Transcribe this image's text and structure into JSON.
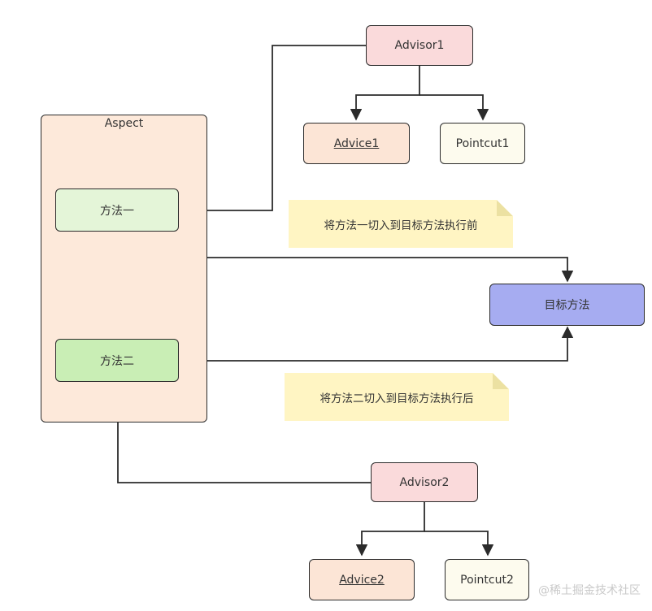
{
  "aspect": {
    "label": "Aspect"
  },
  "methods": {
    "one": "方法一",
    "two": "方法二"
  },
  "advisors": {
    "advisor1": {
      "label": "Advisor1",
      "advice": "Advice1",
      "pointcut": "Pointcut1"
    },
    "advisor2": {
      "label": "Advisor2",
      "advice": "Advice2",
      "pointcut": "Pointcut2"
    }
  },
  "target": {
    "label": "目标方法"
  },
  "notes": {
    "before": "将方法一切入到目标方法执行前",
    "after": "将方法二切入到目标方法执行后"
  },
  "watermark": "@稀土掘金技术社区",
  "colors": {
    "advisor": "#fadadb",
    "advice": "#fce5d6",
    "pointcut": "#fdfbee",
    "aspect": "#fde9da",
    "method_one": "#e4f5d8",
    "method_two": "#c9eeb5",
    "target": "#a6acf1",
    "note": "#fff5c3",
    "note_fold": "#ece1a2"
  }
}
